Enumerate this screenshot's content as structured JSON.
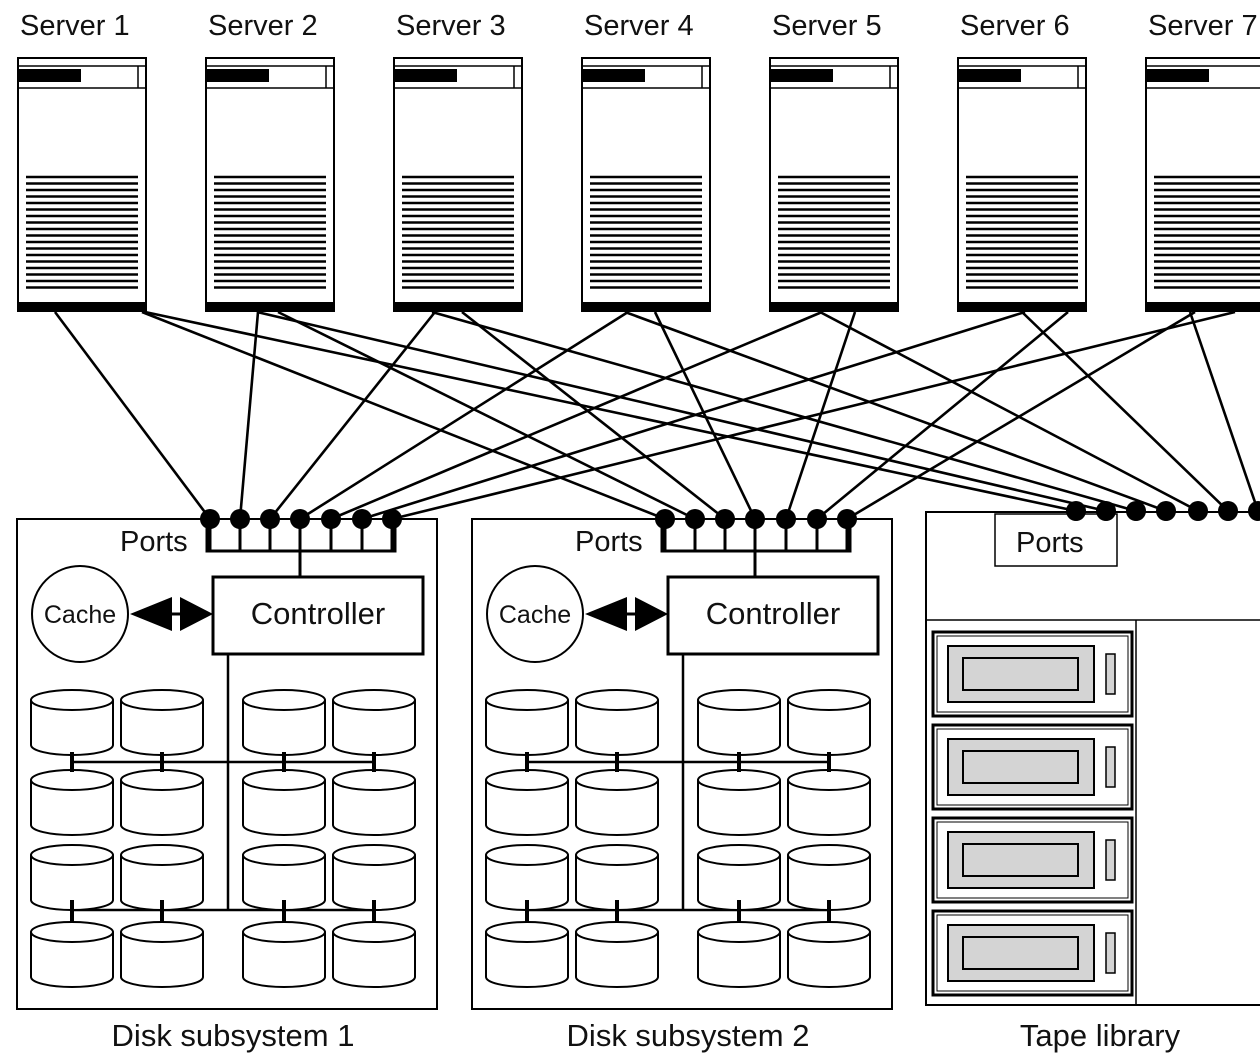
{
  "servers": [
    "Server 1",
    "Server 2",
    "Server 3",
    "Server 4",
    "Server 5",
    "Server 6",
    "Server 7"
  ],
  "disk_subsystems": [
    {
      "title": "Disk subsystem 1",
      "ports_label": "Ports",
      "cache_label": "Cache",
      "controller_label": "Controller"
    },
    {
      "title": "Disk subsystem 2",
      "ports_label": "Ports",
      "cache_label": "Cache",
      "controller_label": "Controller"
    }
  ],
  "tape_library": {
    "title": "Tape library",
    "ports_label": "Ports",
    "drive_count": 4
  },
  "disks_per_subsystem": 16,
  "ports_per_device": 7
}
